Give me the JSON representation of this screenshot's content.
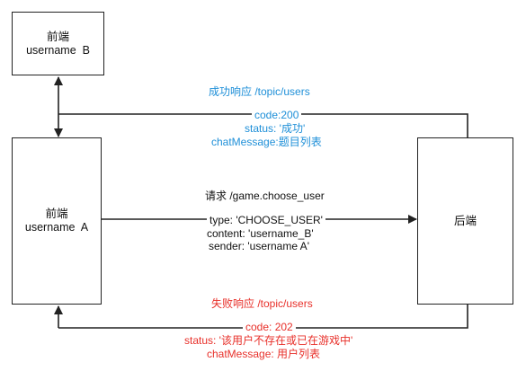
{
  "nodes": {
    "frontend_b": {
      "title": "前端",
      "user": "username  B"
    },
    "frontend_a": {
      "title": "前端",
      "user": "username  A"
    },
    "backend": {
      "title": "后端"
    }
  },
  "success": {
    "title": "成功响应 /topic/users",
    "code": "code:200",
    "status": "status: '成功'",
    "chat": "chatMessage:题目列表"
  },
  "request": {
    "title": "请求 /game.choose_user",
    "type": "type: 'CHOOSE_USER'",
    "content": "content: 'username_B'",
    "sender": "sender: 'username A'"
  },
  "failure": {
    "title": "失败响应 /topic/users",
    "code": "code: 202",
    "status": "status: '该用户不存在或已在游戏中'",
    "chat": "chatMessage: 用户列表"
  },
  "colors": {
    "success": "#1e8fd8",
    "failure": "#e8302a",
    "line": "#222222"
  }
}
